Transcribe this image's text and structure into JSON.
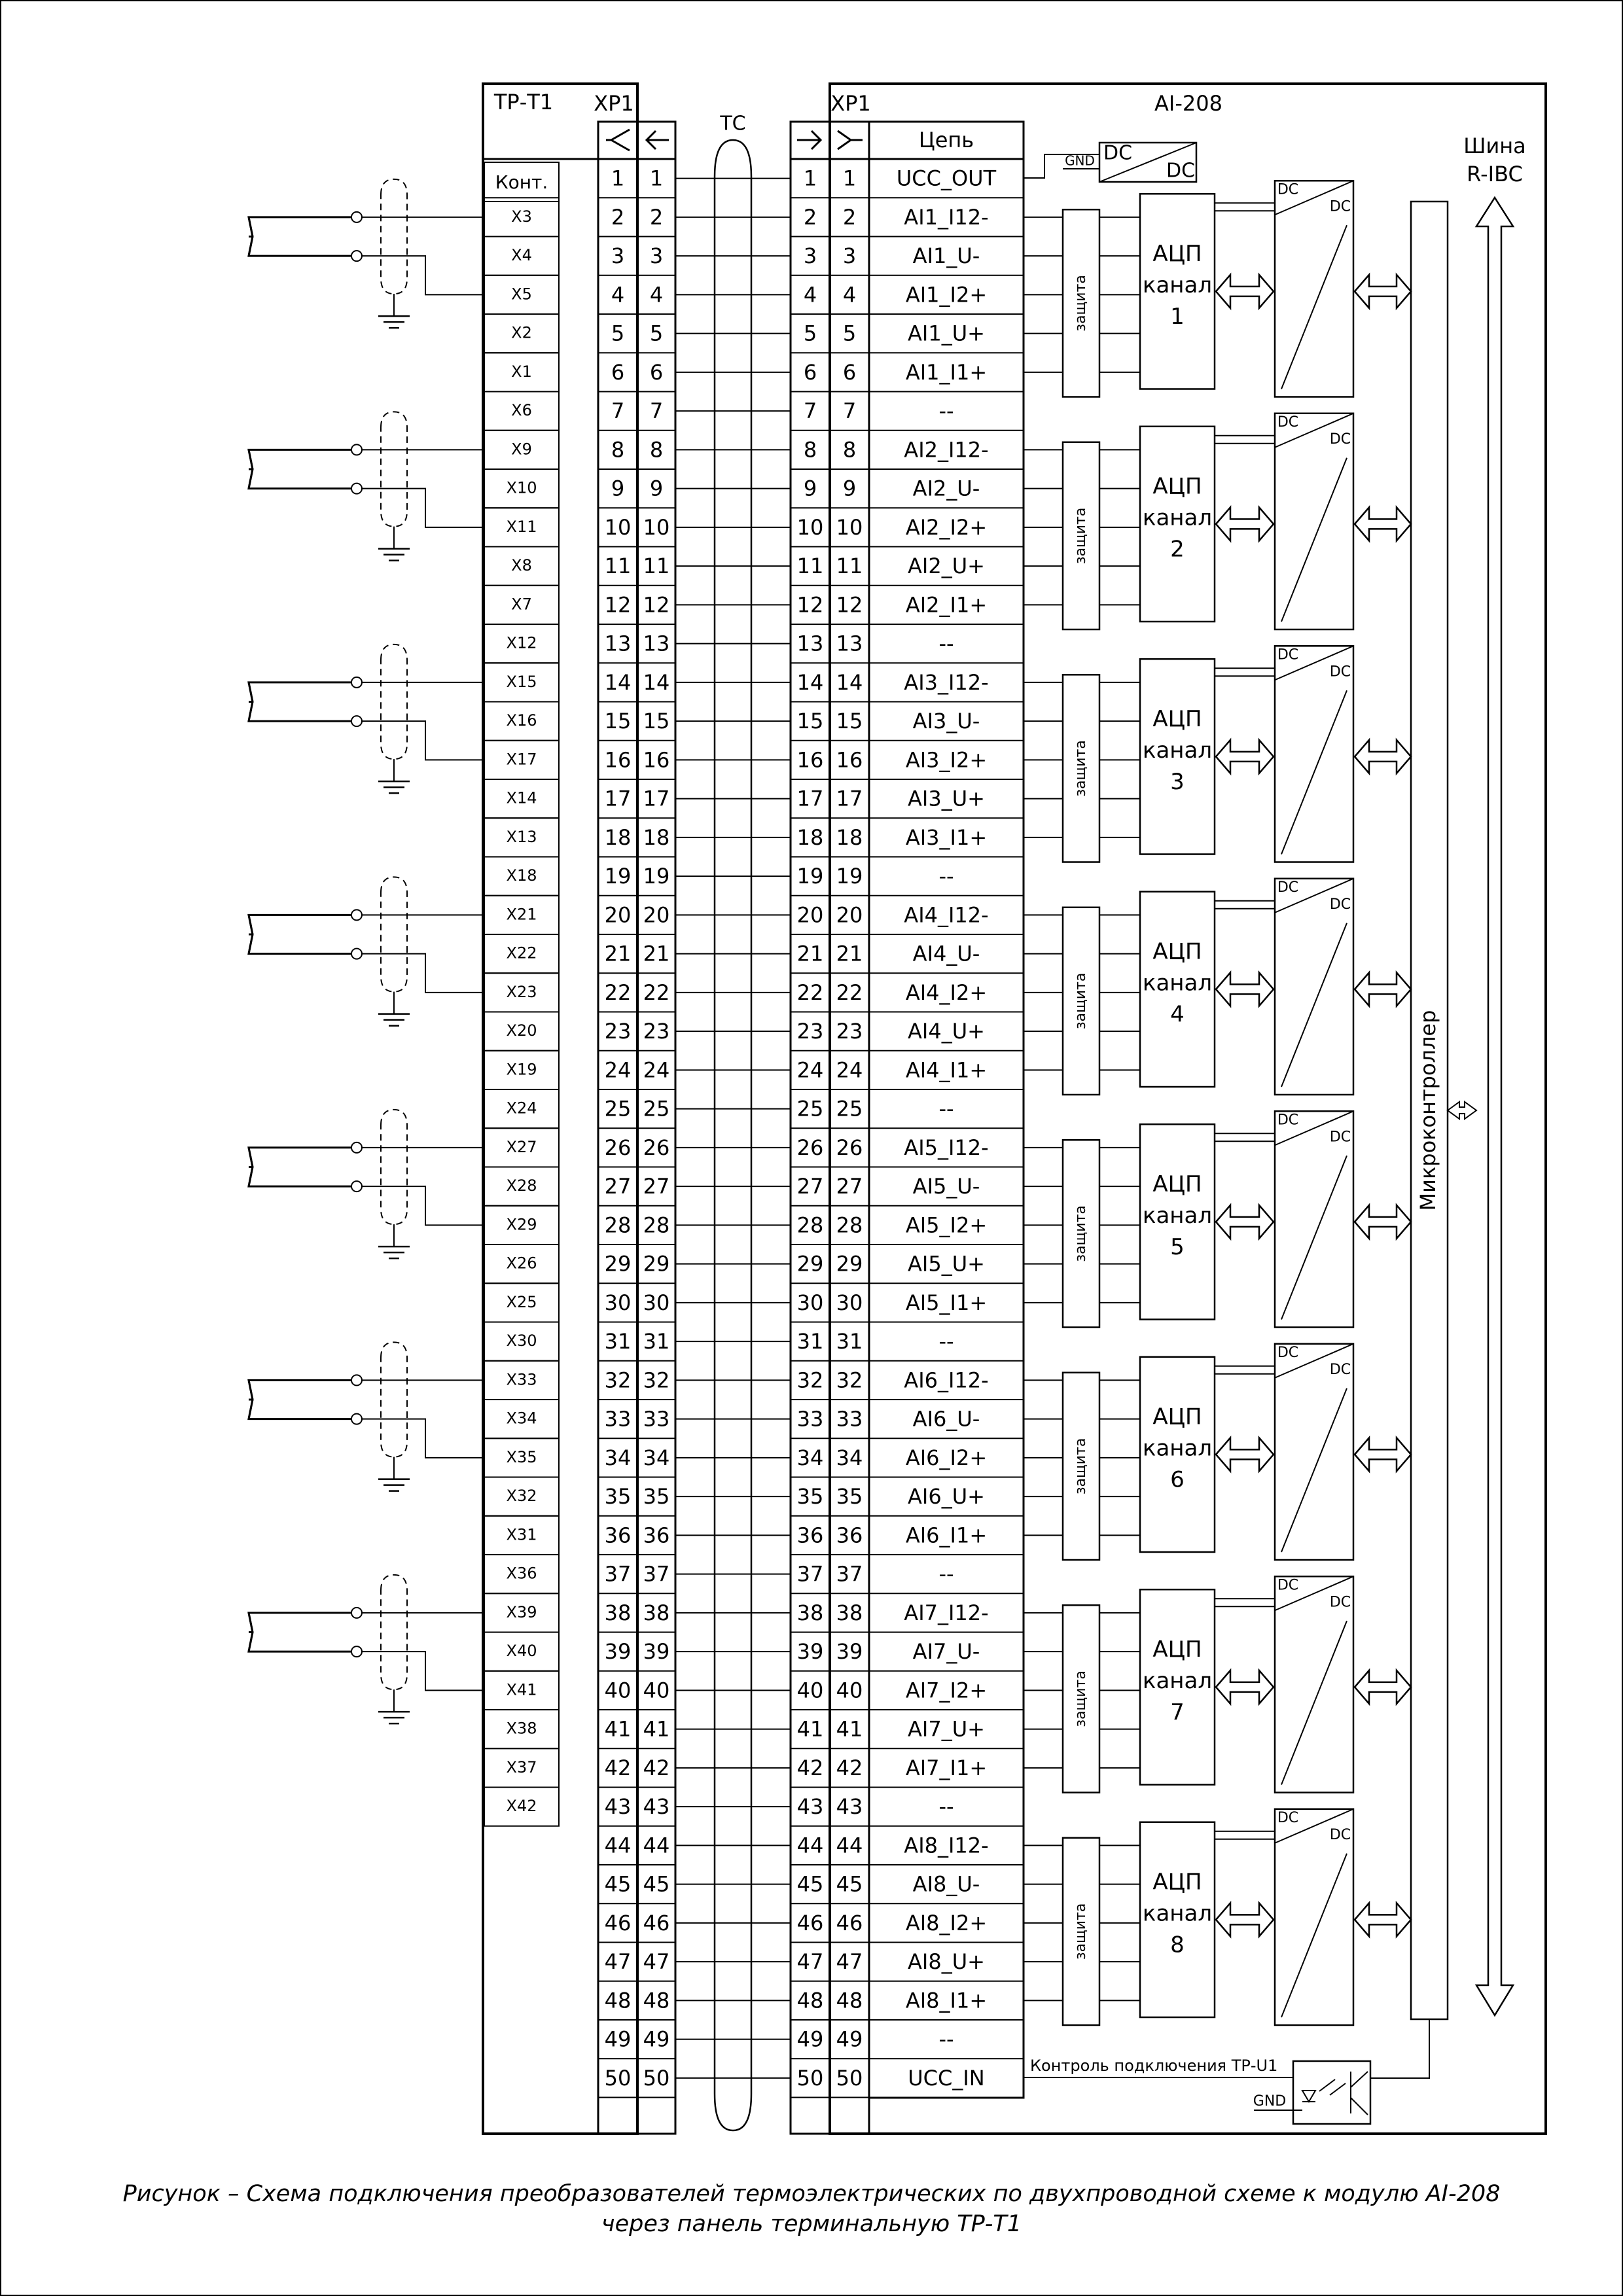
{
  "labels": {
    "tp_block": "ТР-Т1",
    "xp1_left": "XP1",
    "tc": "ТС",
    "xp1_right": "XP1",
    "module": "AI-208",
    "kont_header": "Конт.",
    "circuit_header": "Цепь",
    "bus": [
      "Шина",
      "R-IBC"
    ],
    "microcontroller": "Микроконтроллер",
    "protection": "защита",
    "adc_line1": "АЦП",
    "adc_line2": "канал",
    "dc": "DC",
    "gnd": "GND",
    "tp_u1_control": "Контроль подключения ТР-U1"
  },
  "pins": [
    "1",
    "2",
    "3",
    "4",
    "5",
    "6",
    "7",
    "8",
    "9",
    "10",
    "11",
    "12",
    "13",
    "14",
    "15",
    "16",
    "17",
    "18",
    "19",
    "20",
    "21",
    "22",
    "23",
    "24",
    "25",
    "26",
    "27",
    "28",
    "29",
    "30",
    "31",
    "32",
    "33",
    "34",
    "35",
    "36",
    "37",
    "38",
    "39",
    "40",
    "41",
    "42",
    "43",
    "44",
    "45",
    "46",
    "47",
    "48",
    "49",
    "50"
  ],
  "kont": [
    "X3",
    "X4",
    "X5",
    "X2",
    "X1",
    "X6",
    "X9",
    "X10",
    "X11",
    "X8",
    "X7",
    "X12",
    "X15",
    "X16",
    "X17",
    "X14",
    "X13",
    "X18",
    "X21",
    "X22",
    "X23",
    "X20",
    "X19",
    "X24",
    "X27",
    "X28",
    "X29",
    "X26",
    "X25",
    "X30",
    "X33",
    "X34",
    "X35",
    "X32",
    "X31",
    "X36",
    "X39",
    "X40",
    "X41",
    "X38",
    "X37",
    "X42"
  ],
  "circuits": [
    "UCC_OUT",
    "AI1_I12-",
    "AI1_U-",
    "AI1_I2+",
    "AI1_U+",
    "AI1_I1+",
    "--",
    "AI2_I12-",
    "AI2_U-",
    "AI2_I2+",
    "AI2_U+",
    "AI2_I1+",
    "--",
    "AI3_I12-",
    "AI3_U-",
    "AI3_I2+",
    "AI3_U+",
    "AI3_I1+",
    "--",
    "AI4_I12-",
    "AI4_U-",
    "AI4_I2+",
    "AI4_U+",
    "AI4_I1+",
    "--",
    "AI5_I12-",
    "AI5_U-",
    "AI5_I2+",
    "AI5_U+",
    "AI5_I1+",
    "--",
    "AI6_I12-",
    "AI6_U-",
    "AI6_I2+",
    "AI6_U+",
    "AI6_I1+",
    "--",
    "AI7_I12-",
    "AI7_U-",
    "AI7_I2+",
    "AI7_U+",
    "AI7_I1+",
    "--",
    "AI8_I12-",
    "AI8_U-",
    "AI8_I2+",
    "AI8_U+",
    "AI8_I1+",
    "--",
    "UCC_IN"
  ],
  "channels": [
    "1",
    "2",
    "3",
    "4",
    "5",
    "6",
    "7",
    "8"
  ],
  "caption": [
    "Рисунок – Схема подключения преобразователей термоэлектрических по двухпроводной схеме к модулю AI-208",
    "через панель терминальную ТР-Т1"
  ]
}
